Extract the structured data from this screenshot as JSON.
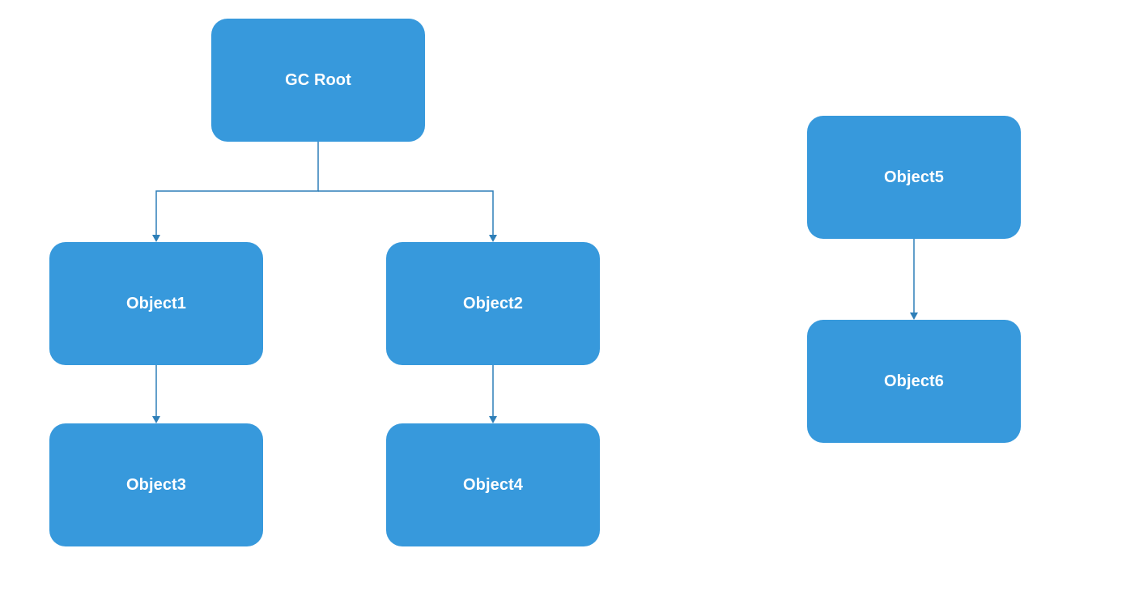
{
  "diagram": {
    "colors": {
      "node_fill": "#3799dc",
      "node_text": "#ffffff",
      "edge": "#2e7fb8",
      "background": "#ffffff"
    },
    "nodes": {
      "gc_root": "GC Root",
      "object1": "Object1",
      "object2": "Object2",
      "object3": "Object3",
      "object4": "Object4",
      "object5": "Object5",
      "object6": "Object6"
    },
    "edges": [
      {
        "from": "GC Root",
        "to": "Object1"
      },
      {
        "from": "GC Root",
        "to": "Object2"
      },
      {
        "from": "Object1",
        "to": "Object3"
      },
      {
        "from": "Object2",
        "to": "Object4"
      },
      {
        "from": "Object5",
        "to": "Object6"
      }
    ]
  }
}
